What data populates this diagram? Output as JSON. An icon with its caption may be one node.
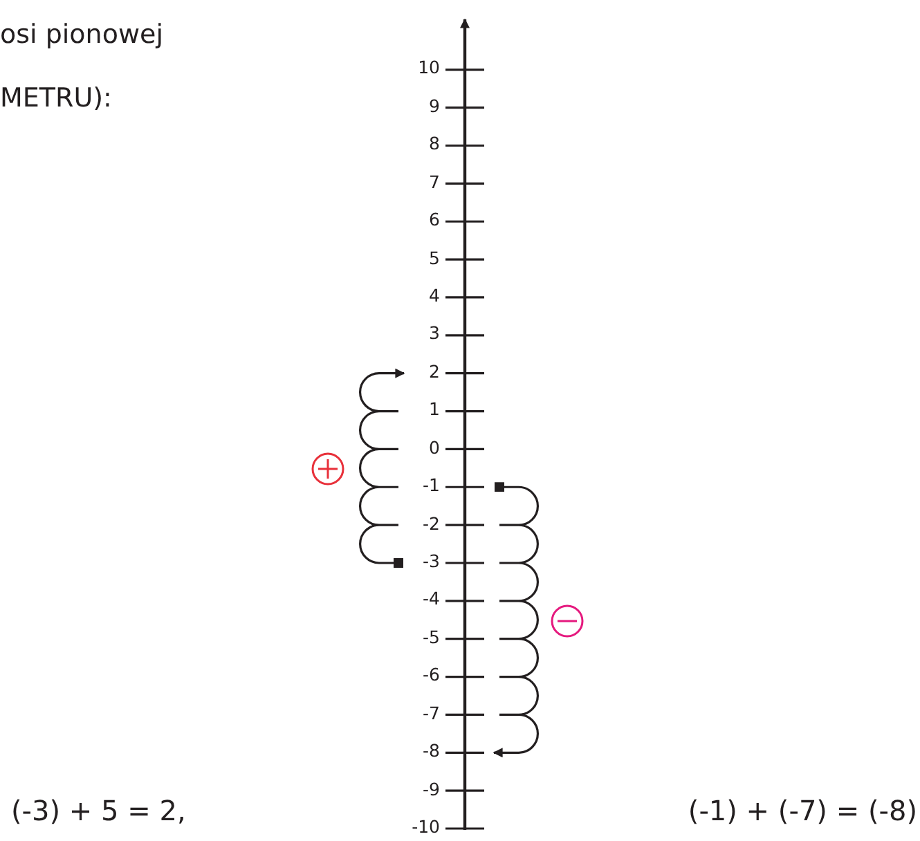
{
  "diagram": {
    "labels": [
      "osi pionowej",
      "METRU):",
      "10",
      "9",
      "8",
      "7",
      "6",
      "5",
      "4",
      "3",
      "2",
      "1",
      "0",
      "-1",
      "-2",
      "-3",
      "-4",
      "-5",
      "-6",
      "-7",
      "-8",
      "-9",
      "-10",
      "(-3) + 5 = 2,",
      "(-1) + (-7) = (-8)"
    ]
  }
}
